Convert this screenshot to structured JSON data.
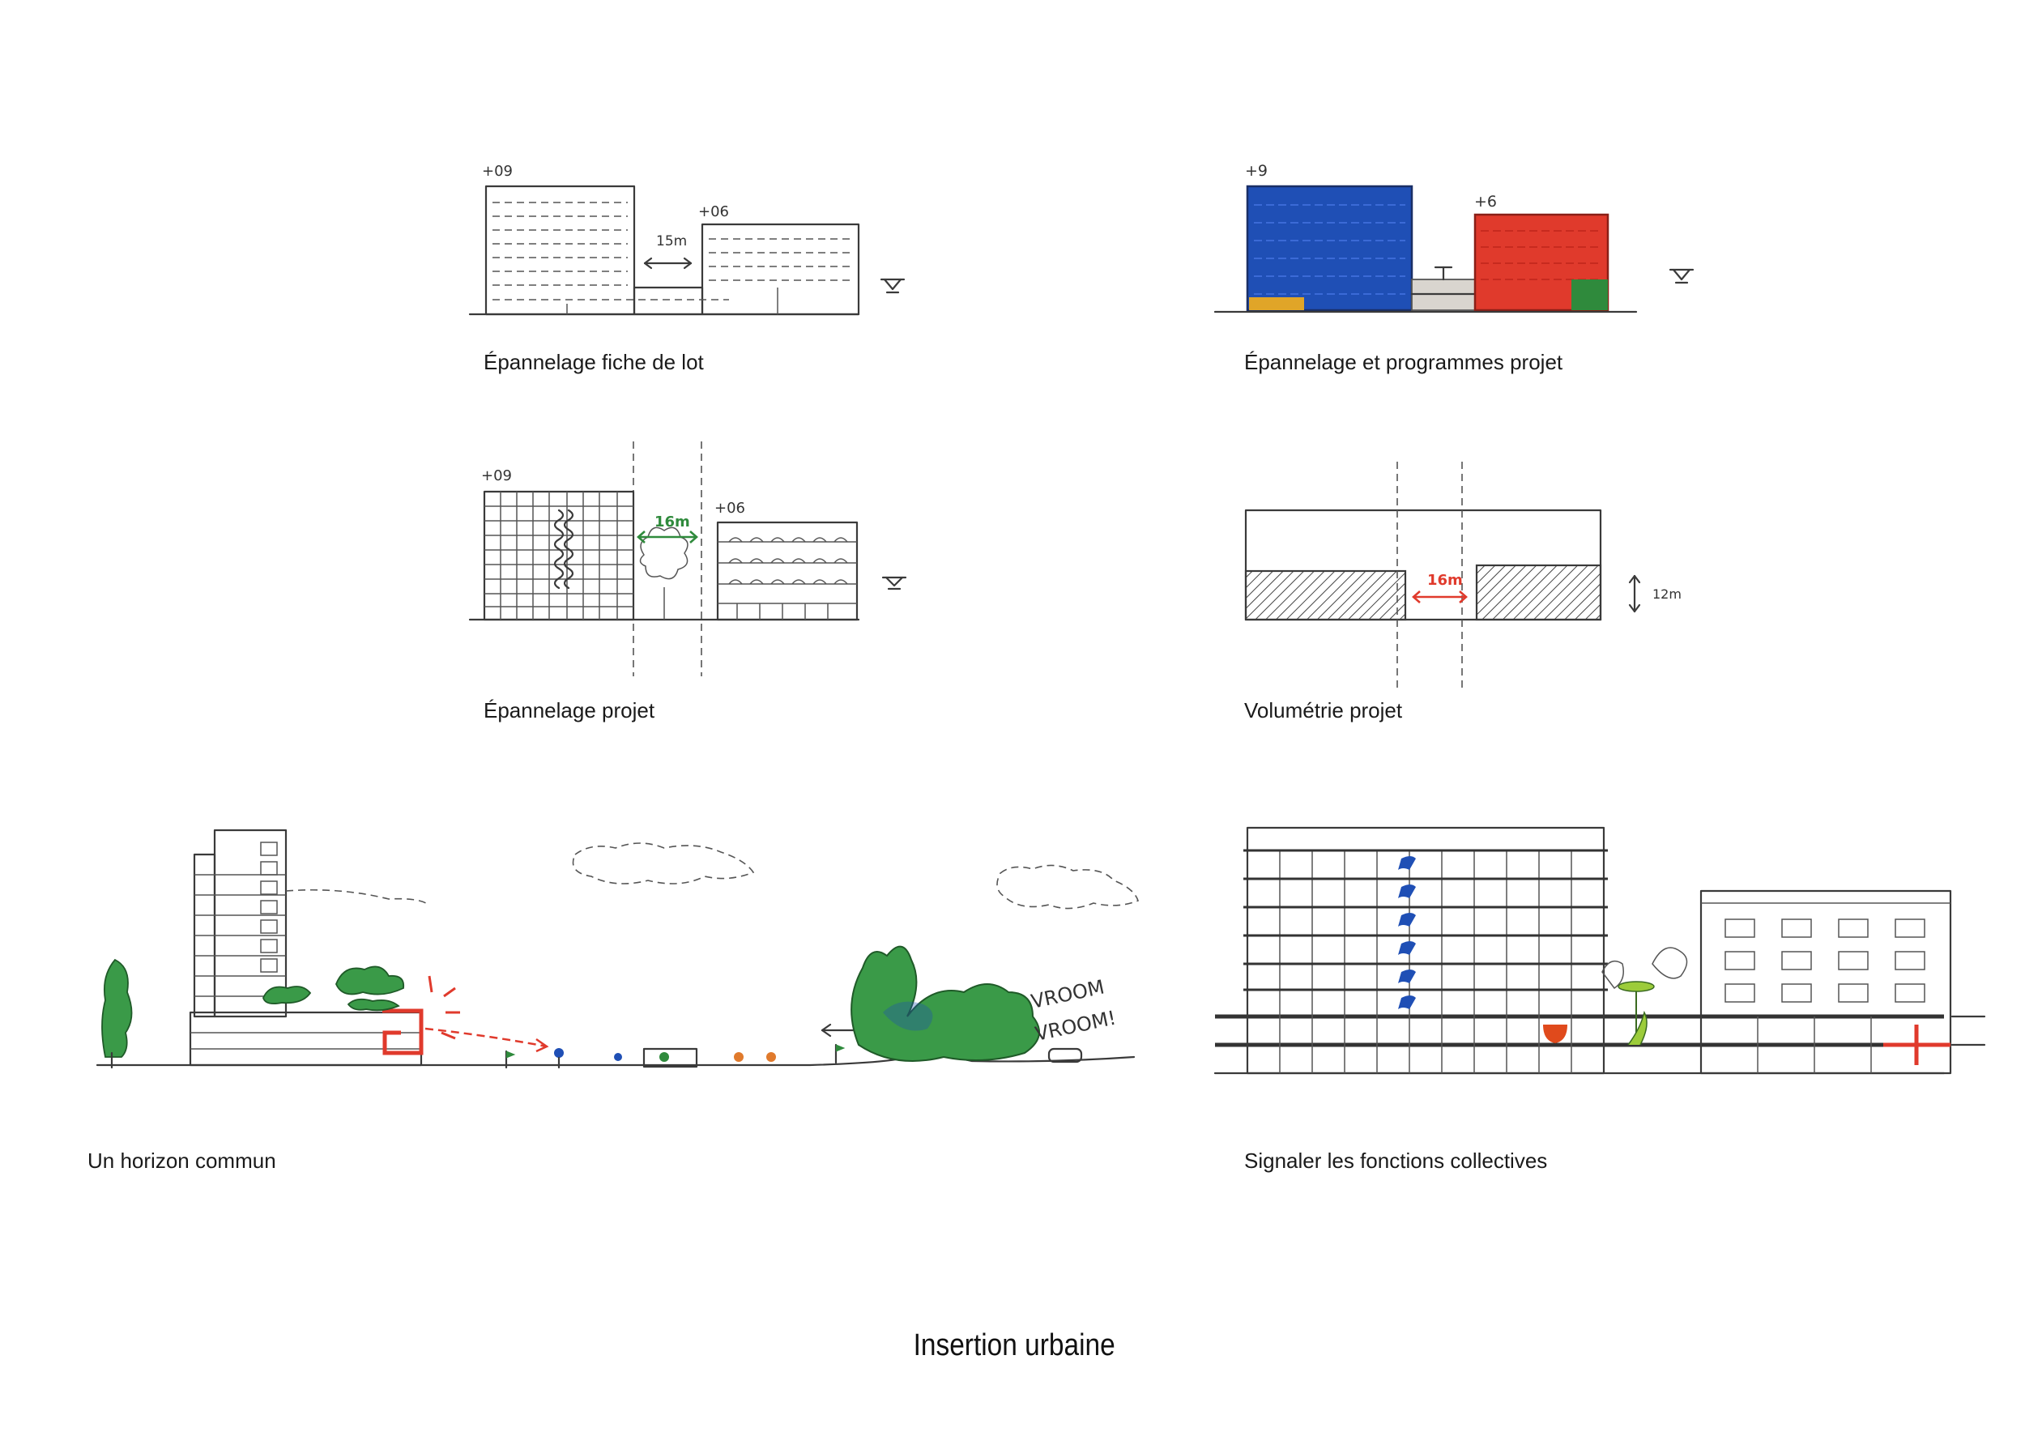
{
  "footer": {
    "title": "Insertion urbaine"
  },
  "panels": {
    "p1": {
      "caption": "Épannelage fiche de lot",
      "label_left": "+09",
      "label_right": "+06",
      "dimension": "15m"
    },
    "p2": {
      "caption": "Épannelage et programmes projet",
      "label_left": "+9",
      "label_right": "+6"
    },
    "p3": {
      "caption": "Épannelage projet",
      "label_left": "+09",
      "label_right": "+06",
      "dimension": "16m"
    },
    "p4": {
      "caption": "Volumétrie projet",
      "dimension": "16m",
      "height_label": "12m"
    },
    "p5": {
      "caption": "Un horizon commun",
      "sound_1": "VROOM",
      "sound_2": "VROOM!"
    },
    "p6": {
      "caption": "Signaler les fonctions collectives"
    }
  },
  "colors": {
    "blue": "#1f4fb5",
    "red": "#e03a2c",
    "yellow": "#e0a528",
    "green": "#2f8a3c",
    "grey": "#c9c4bb",
    "pencil": "#3a3a3a"
  }
}
